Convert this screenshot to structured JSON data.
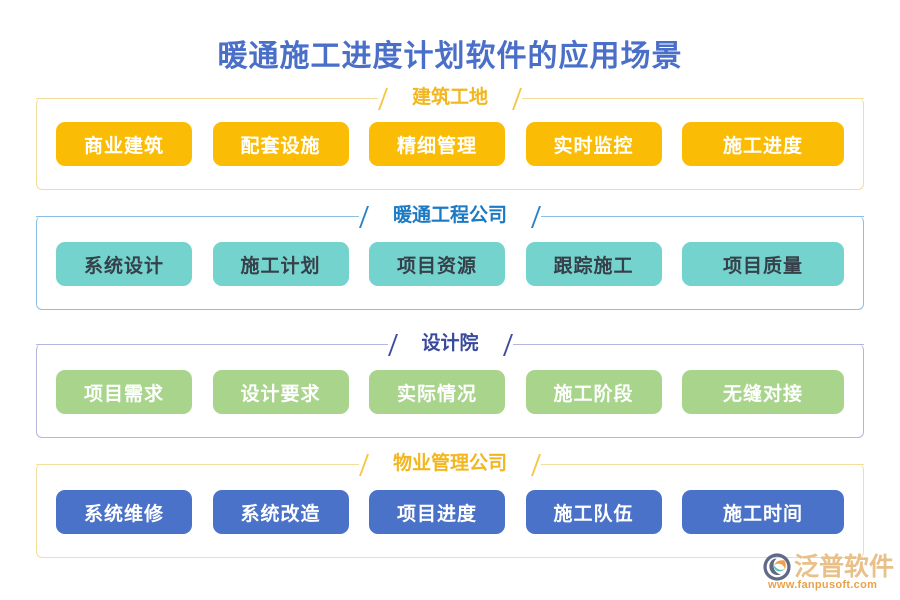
{
  "page": {
    "title": "暖通施工进度计划软件的应用场景",
    "title_color": "#4a6fc9",
    "background": "#ffffff"
  },
  "sections": [
    {
      "id": "construction-site",
      "title": "建筑工地",
      "title_color": "#f2b61e",
      "frame_color": "#f3dd9a",
      "slash_color": "#f5c842",
      "tag_color": "#fbbc05",
      "tag_text_color": "#ffffff",
      "tags": [
        "商业建筑",
        "配套设施",
        "精细管理",
        "实时监控",
        "施工进度"
      ]
    },
    {
      "id": "hvac-engineering-company",
      "title": "暖通工程公司",
      "title_color": "#1b7ac4",
      "frame_color": "#8dbfe4",
      "slash_color": "#2a82c8",
      "tag_color": "#74d3cd",
      "tag_text_color": "#36404a",
      "tags": [
        "系统设计",
        "施工计划",
        "项目资源",
        "跟踪施工",
        "项目质量"
      ]
    },
    {
      "id": "design-institute",
      "title": "设计院",
      "title_color": "#394a9c",
      "frame_color": "#b4b6dc",
      "slash_color": "#3f4c9e",
      "tag_color": "#a8d48c",
      "tag_text_color": "#ffffff",
      "tags": [
        "项目需求",
        "设计要求",
        "实际情况",
        "施工阶段",
        "无缝对接"
      ]
    },
    {
      "id": "property-management-company",
      "title": "物业管理公司",
      "title_color": "#f2b61e",
      "frame_color": "#f5dd9c",
      "slash_color": "#f5c842",
      "tag_color": "#4a72c8",
      "tag_text_color": "#ffffff",
      "tags": [
        "系统维修",
        "系统改造",
        "项目进度",
        "施工队伍",
        "施工时间"
      ]
    }
  ],
  "logo": {
    "icon": "fanpu-circle-logo",
    "name": "泛普软件",
    "url": "www.fanpusoft.com",
    "name_color": "#e8c08a",
    "url_color": "#e8a24a"
  }
}
